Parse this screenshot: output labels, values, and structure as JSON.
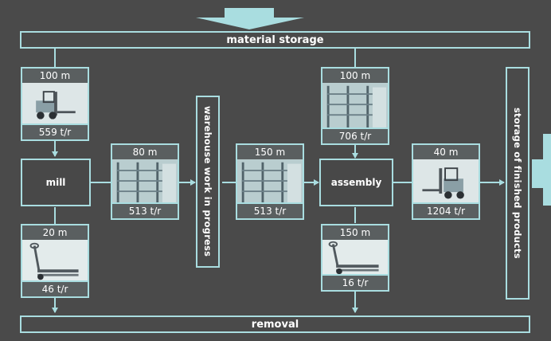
{
  "storage_bar": {
    "label": "material storage"
  },
  "removal_bar": {
    "label": "removal"
  },
  "warehouse": {
    "label": "warehouse work in progress"
  },
  "finished": {
    "label": "storage of finished products"
  },
  "mill": {
    "label": "mill"
  },
  "assembly": {
    "label": "assembly"
  },
  "cards": {
    "c1": {
      "top": "100 m",
      "bottom": "559 t/r",
      "icon": "forklift-icon"
    },
    "c2": {
      "top": "20 m",
      "bottom": "46 t/r",
      "icon": "pallet-jack-icon"
    },
    "c3": {
      "top": "80 m",
      "bottom": "513 t/r",
      "icon": "warehouse-rack-icon"
    },
    "c4": {
      "top": "150 m",
      "bottom": "513 t/r",
      "icon": "warehouse-rack-icon"
    },
    "c5": {
      "top": "100 m",
      "bottom": "706 t/r",
      "icon": "warehouse-rack-icon"
    },
    "c6": {
      "top": "150 m",
      "bottom": "16 t/r",
      "icon": "pallet-jack-icon"
    },
    "c7": {
      "top": "40 m",
      "bottom": "1204 t/r",
      "icon": "forklift-icon"
    }
  },
  "colors": {
    "background": "#4a4a4a",
    "line": "#a9dde0",
    "box_fill": "#484848",
    "card_label": "#5a5f60"
  }
}
